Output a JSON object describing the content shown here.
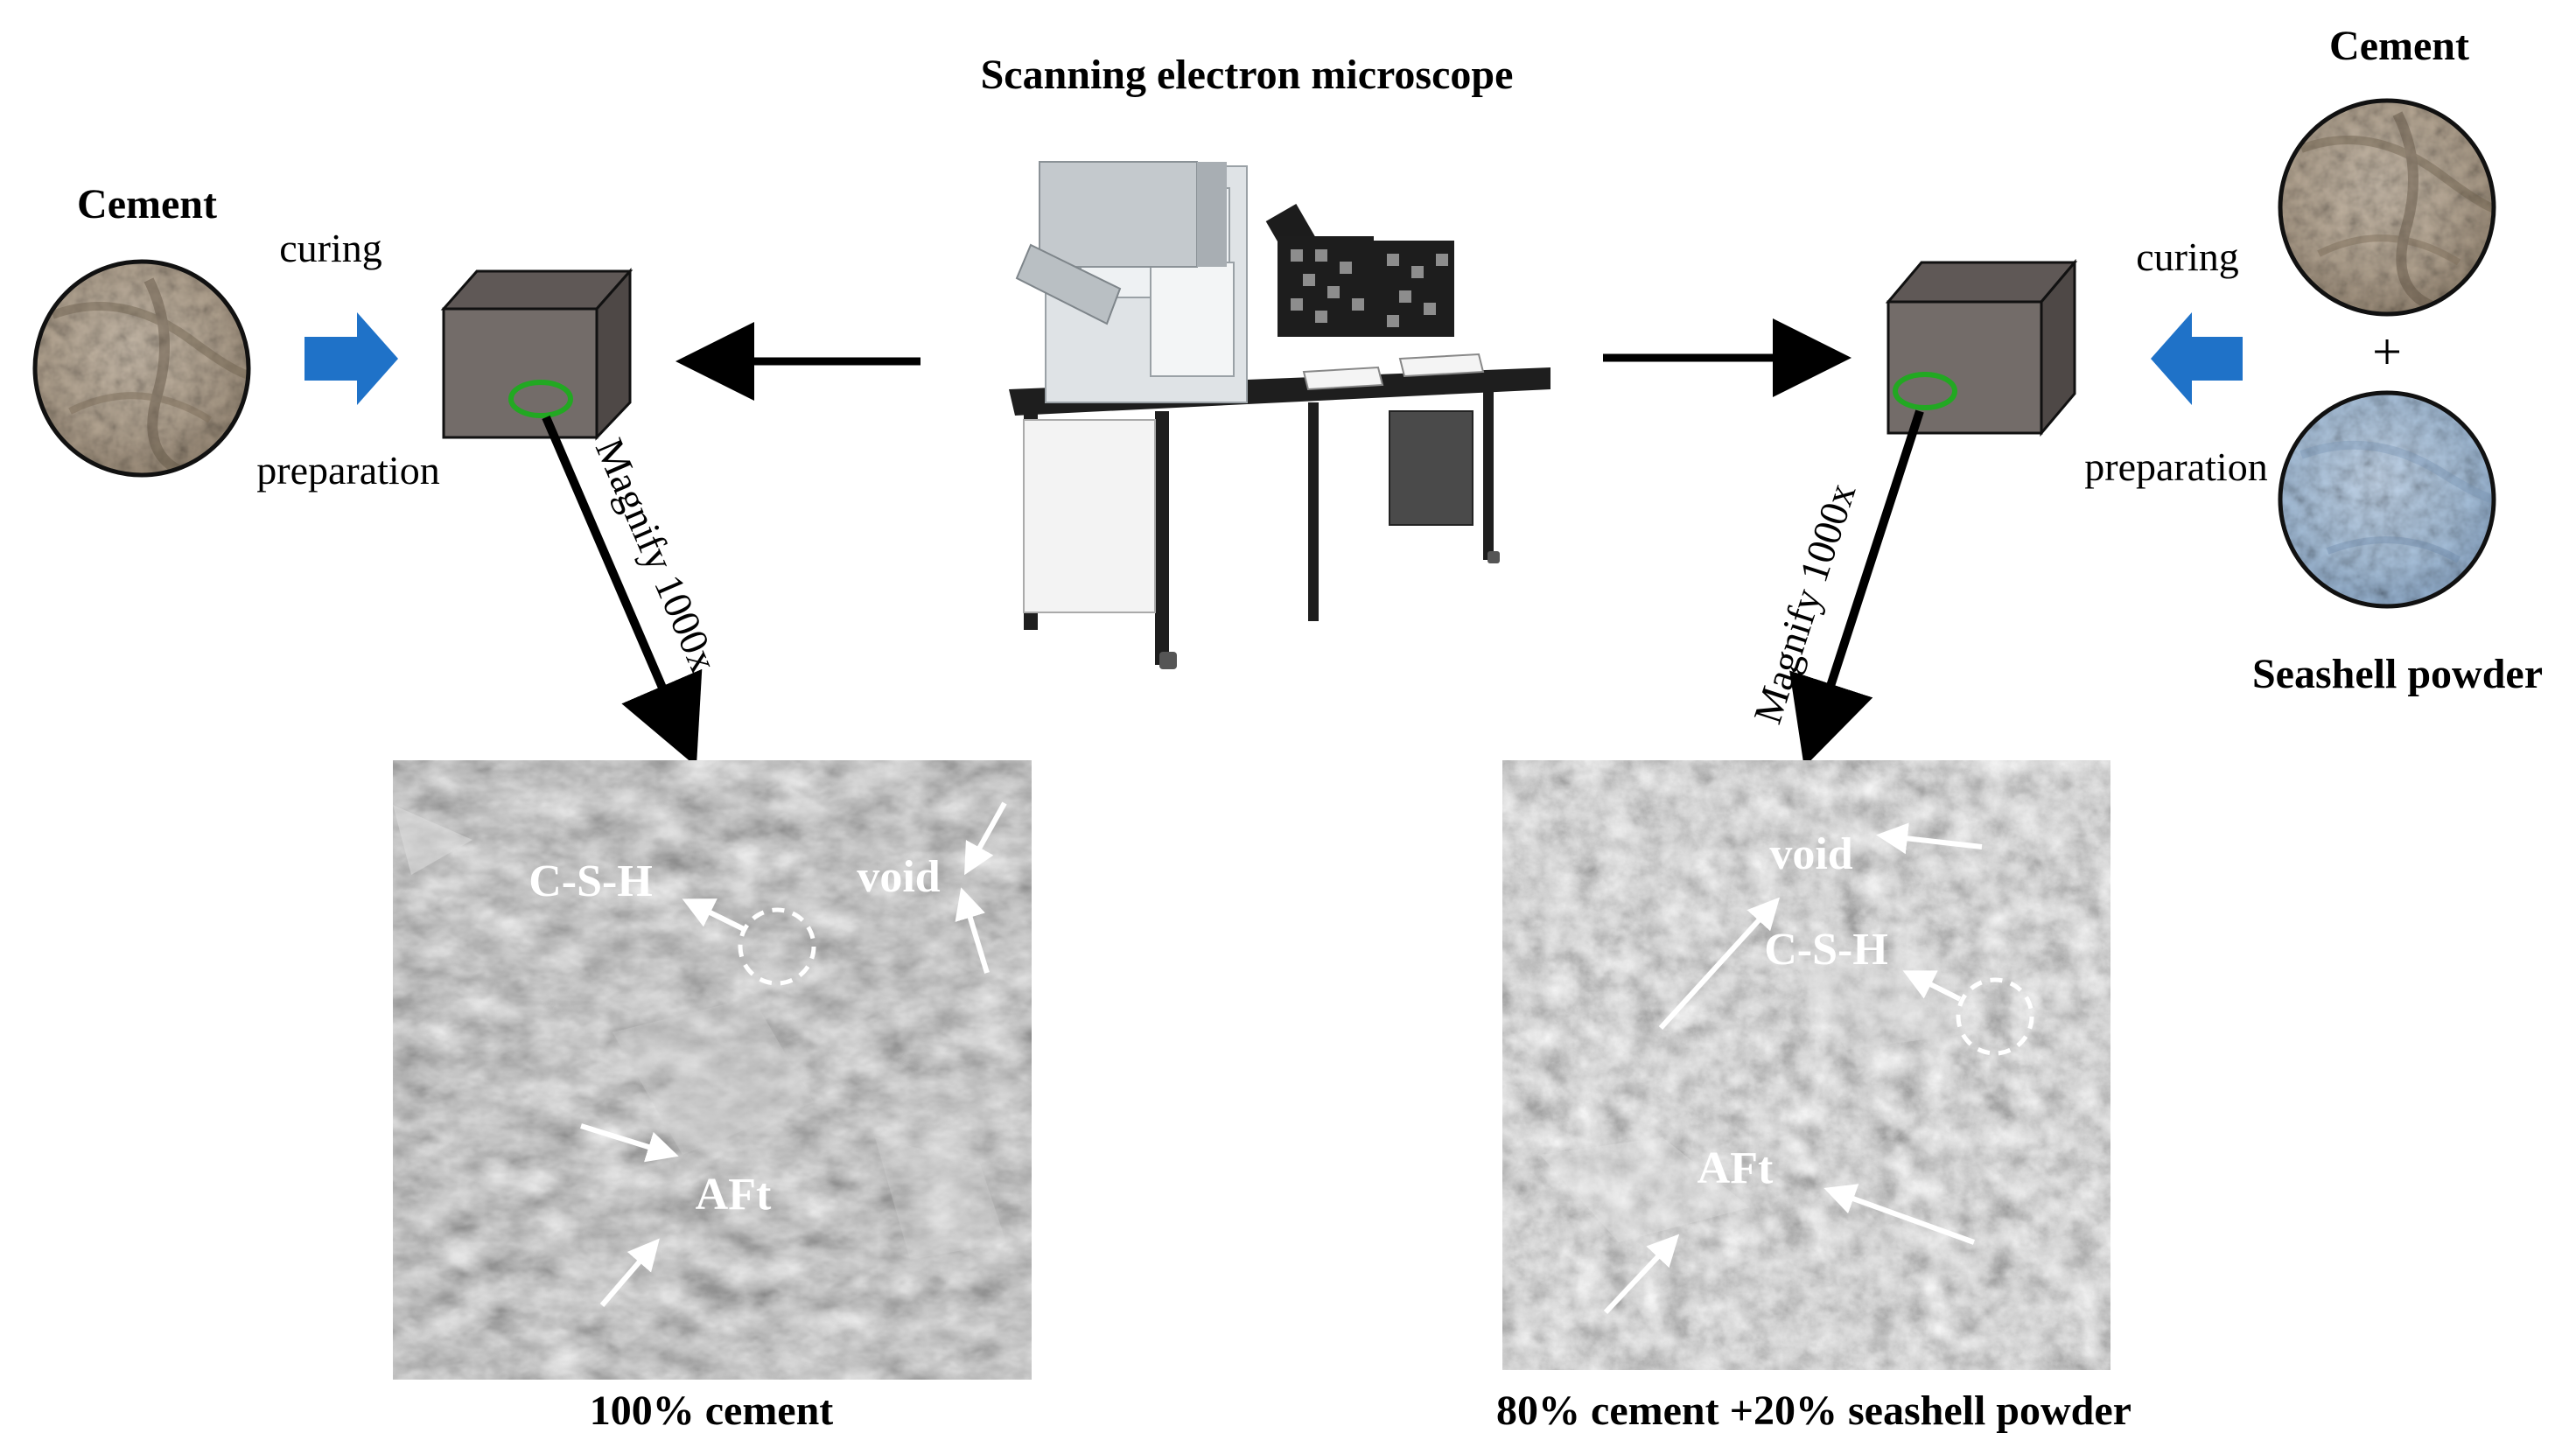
{
  "title": "Scanning electron microscope",
  "left": {
    "material_label": "Cement",
    "process_top": "curing",
    "process_bottom": "preparation",
    "magnify_label": "Magnify 1000x",
    "caption": "100% cement",
    "annotations": {
      "csh": "C-S-H",
      "void": "void",
      "aft": "AFt"
    }
  },
  "right": {
    "material_label_1": "Cement",
    "plus": "+",
    "material_label_2": "Seashell powder",
    "process_top": "curing",
    "process_bottom": "preparation",
    "magnify_label": "Magnify 1000x",
    "caption": "80% cement +20% seashell powder",
    "annotations": {
      "void": "void",
      "csh": "C-S-H",
      "aft": "AFt"
    }
  },
  "colors": {
    "process_arrow": "#1f72c8",
    "sample_ring": "#22a822",
    "cube_front": "#736c69",
    "cement_texture": "#b3a491",
    "seashell_texture": "#a9c2dc"
  }
}
